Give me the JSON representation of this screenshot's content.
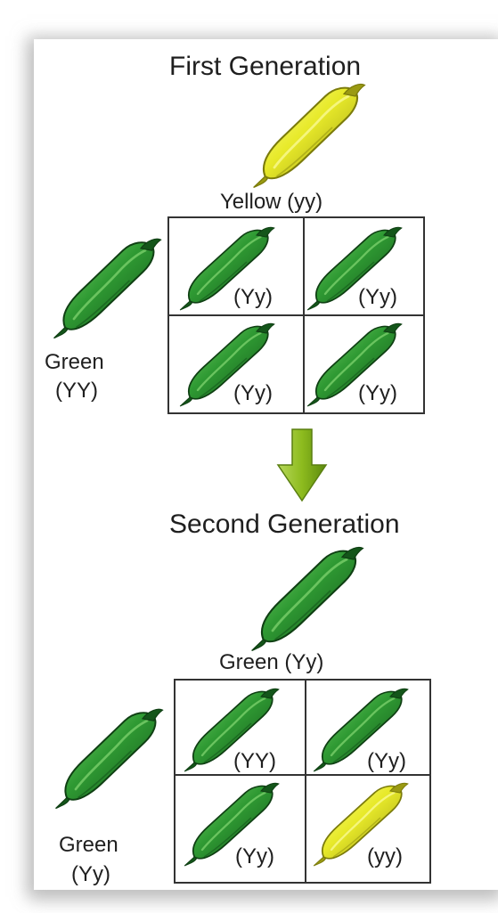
{
  "first_generation": {
    "title": "First Generation",
    "parent_top": {
      "label": "Yellow (yy)",
      "color": "yellow"
    },
    "parent_left": {
      "label_line1": "Green",
      "label_line2": "(YY)",
      "color": "green"
    },
    "cells": [
      {
        "genotype": "(Yy)",
        "color": "green"
      },
      {
        "genotype": "(Yy)",
        "color": "green"
      },
      {
        "genotype": "(Yy)",
        "color": "green"
      },
      {
        "genotype": "(Yy)",
        "color": "green"
      }
    ]
  },
  "second_generation": {
    "title": "Second Generation",
    "parent_top": {
      "label": "Green (Yy)",
      "color": "green"
    },
    "parent_left": {
      "label_line1": "Green",
      "label_line2": "(Yy)",
      "color": "green"
    },
    "cells": [
      {
        "genotype": "(YY)",
        "color": "green"
      },
      {
        "genotype": "(Yy)",
        "color": "green"
      },
      {
        "genotype": "(Yy)",
        "color": "green"
      },
      {
        "genotype": "(yy)",
        "color": "yellow"
      }
    ]
  },
  "colors": {
    "green_pod": "#2f9a33",
    "yellow_pod": "#e8ea2a",
    "arrow": "#8dbb1e"
  }
}
